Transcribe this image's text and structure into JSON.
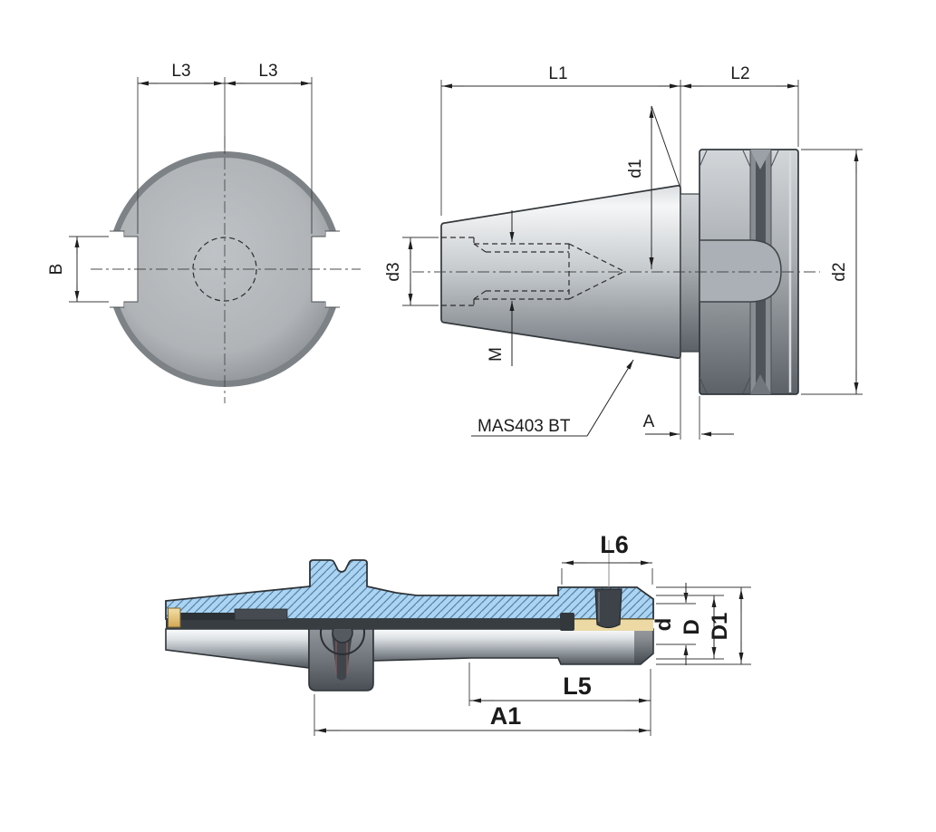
{
  "drawing": {
    "type": "technical-drawing-tool-holder",
    "labels": {
      "end": {
        "l3_left": "L3",
        "l3_right": "L3",
        "b": "B"
      },
      "side": {
        "l1": "L1",
        "l2": "L2",
        "d1": "d1",
        "d2": "d2",
        "d3": "d3",
        "m": "M",
        "a": "A",
        "standard": "MAS403 BT"
      },
      "section": {
        "l6": "L6",
        "d": "d",
        "d_cap": "D",
        "d1_cap": "D1",
        "l5": "L5",
        "a1": "A1"
      }
    },
    "colors": {
      "hatch_fill": "#aad4f1",
      "hatch_line": "#567fa5",
      "sleeve_tan": "#ecd9a4",
      "thread_gold": "#e2bd72",
      "metal_light": "#eceeef",
      "metal_dark": "#5d6368",
      "line": "#2c2c2c"
    }
  }
}
